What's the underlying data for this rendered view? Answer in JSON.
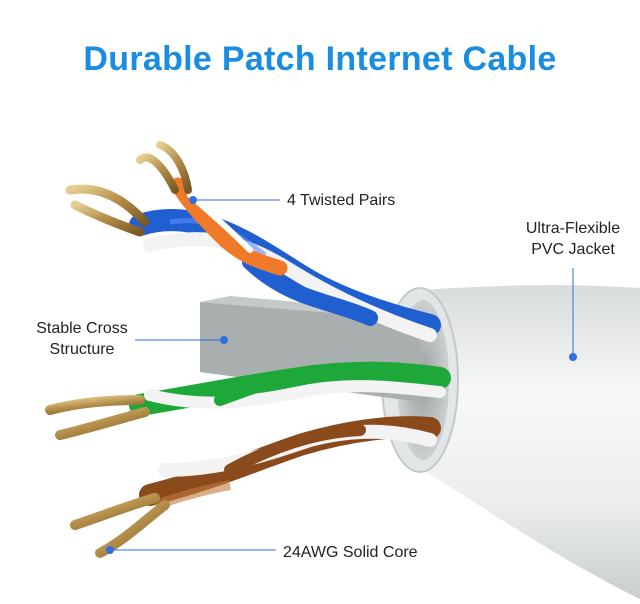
{
  "title": "Durable Patch Internet Cable",
  "callouts": {
    "twisted_pairs": "4 Twisted Pairs",
    "jacket_line1": "Ultra-Flexible",
    "jacket_line2": "PVC Jacket",
    "cross_line1": "Stable Cross",
    "cross_line2": "Structure",
    "core": "24AWG Solid Core"
  },
  "colors": {
    "title": "#1a8de0",
    "jacket": "#eef0f0",
    "blue_pair": "#1f5fcf",
    "orange_pair": "#f07a2a",
    "green_pair": "#1fa83a",
    "brown_pair": "#8a4a1c",
    "copper": "#b89a5a",
    "marker": "#2f6fe0"
  }
}
